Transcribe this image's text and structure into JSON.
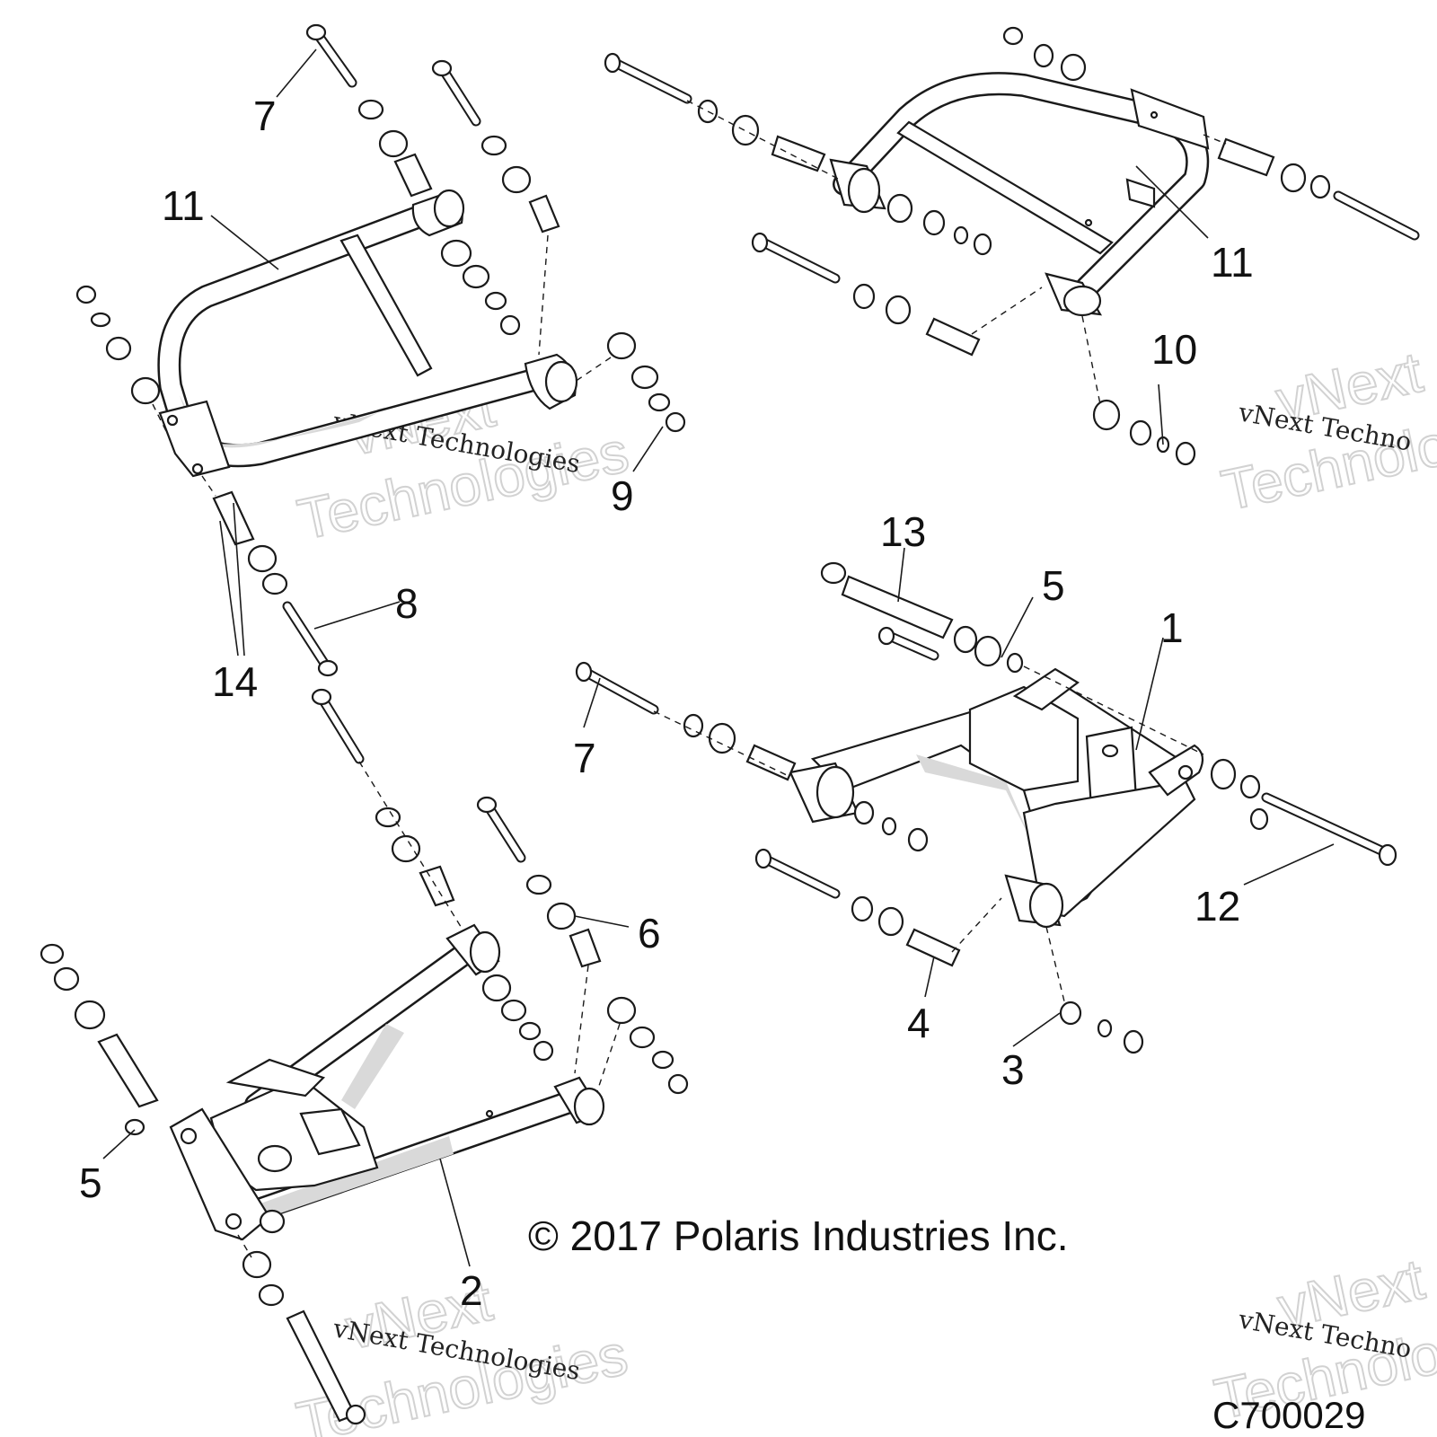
{
  "callouts": [
    {
      "id": "c1",
      "label": "1"
    },
    {
      "id": "c2",
      "label": "2"
    },
    {
      "id": "c3",
      "label": "3"
    },
    {
      "id": "c4",
      "label": "4"
    },
    {
      "id": "c5a",
      "label": "5"
    },
    {
      "id": "c5b",
      "label": "5"
    },
    {
      "id": "c6",
      "label": "6"
    },
    {
      "id": "c7a",
      "label": "7"
    },
    {
      "id": "c7b",
      "label": "7"
    },
    {
      "id": "c8",
      "label": "8"
    },
    {
      "id": "c9",
      "label": "9"
    },
    {
      "id": "c10",
      "label": "10"
    },
    {
      "id": "c11a",
      "label": "11"
    },
    {
      "id": "c11b",
      "label": "11"
    },
    {
      "id": "c12",
      "label": "12"
    },
    {
      "id": "c13",
      "label": "13"
    },
    {
      "id": "c14",
      "label": "14"
    }
  ],
  "copyright": "© 2017 Polaris Industries Inc.",
  "figure_id": "C700029",
  "watermark": {
    "outline_line1": "vNext",
    "outline_line2": "Technologies",
    "small_text": "vNext Technologies",
    "small_text_cut": "vNext Techno",
    "outline_cut1": "vNext",
    "outline_cut2": "Technolo"
  }
}
